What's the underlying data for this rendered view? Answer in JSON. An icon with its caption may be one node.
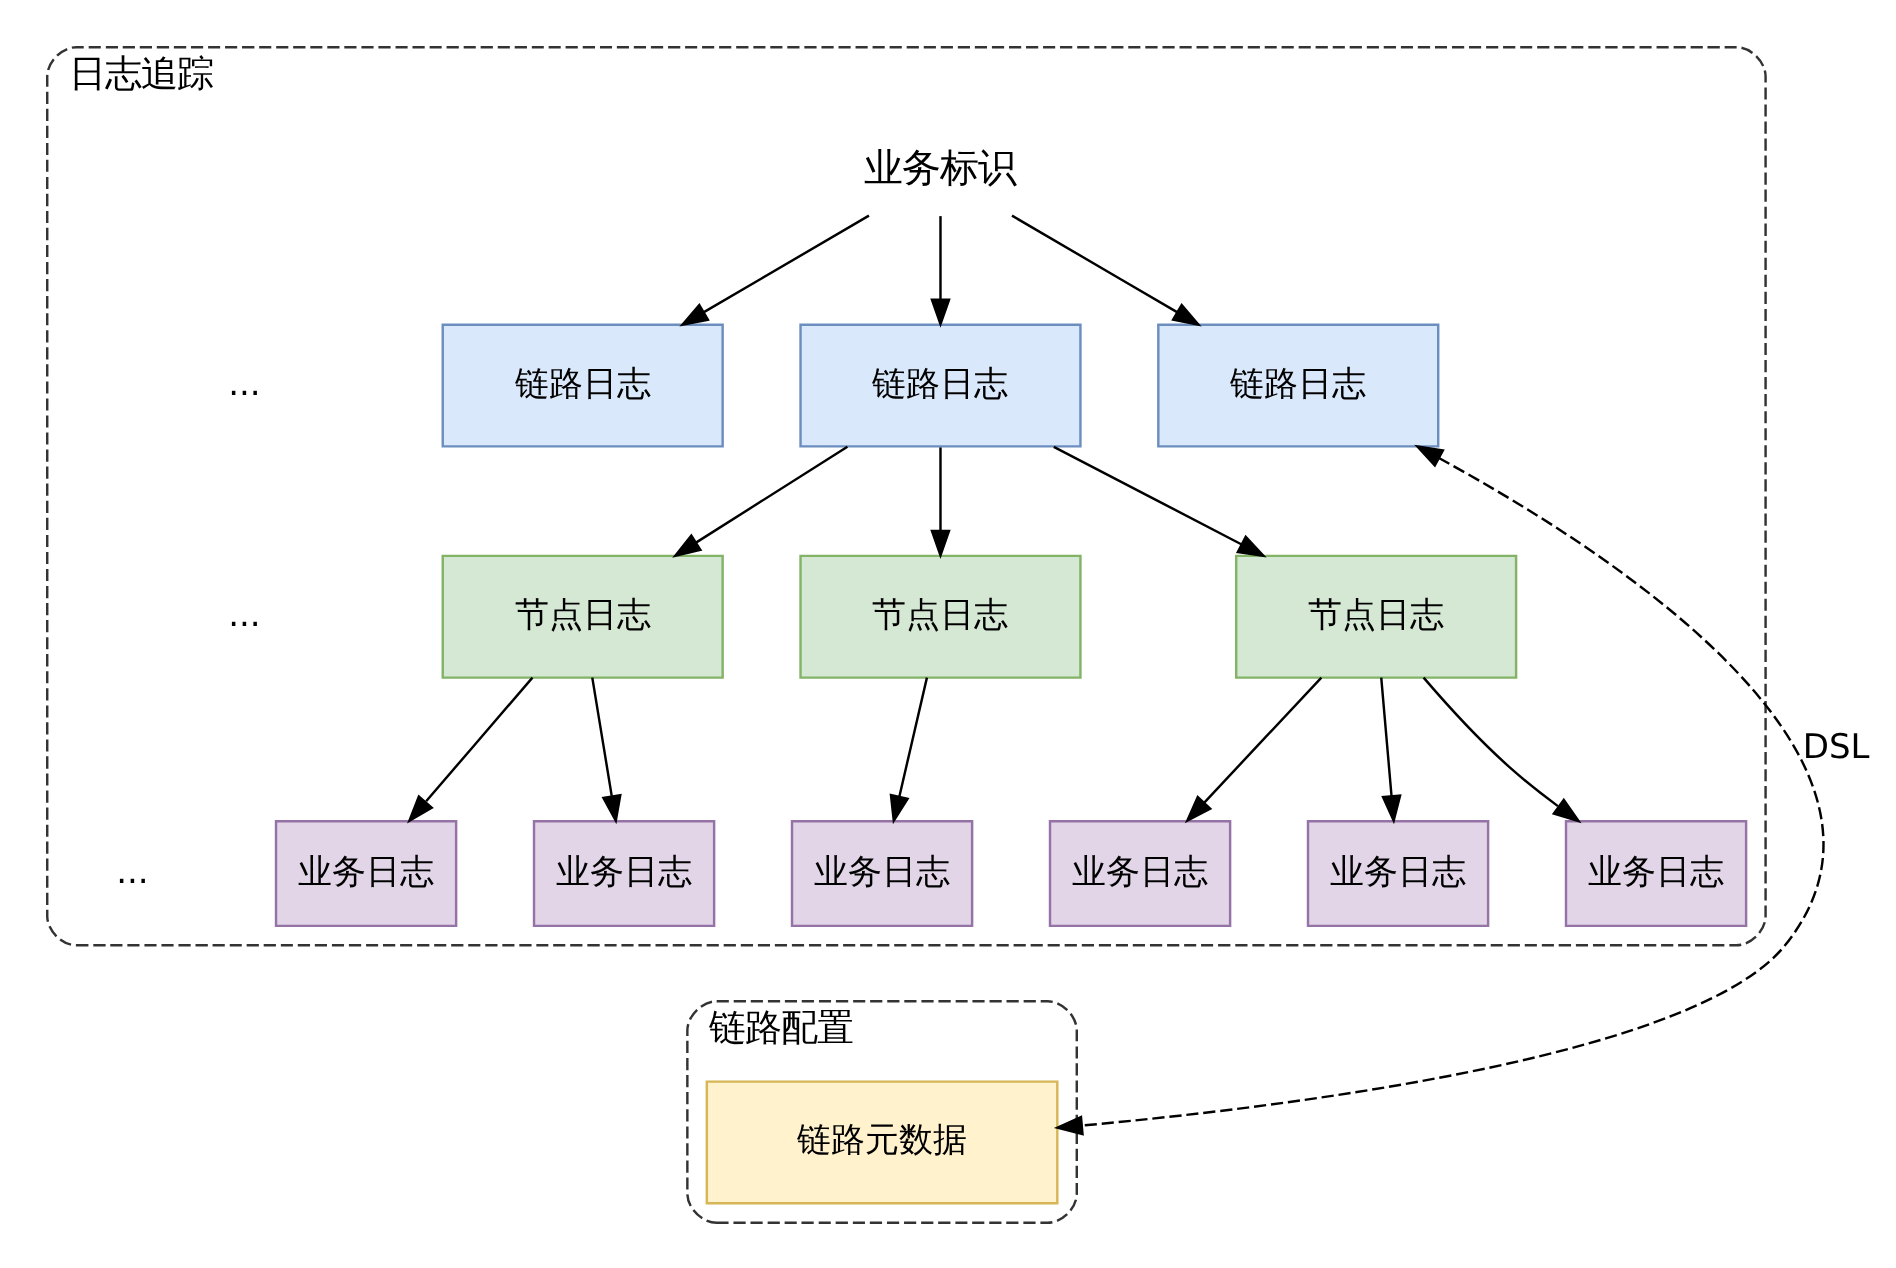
{
  "diagram": {
    "nodes": [
      {
        "text": [
          "日志追踪"
        ]
      },
      {
        "text": [
          "业务标识"
        ],
        "in": 0
      },
      {
        "text": [
          "链路日志"
        ],
        "in": 0
      },
      {
        "text": [
          "链路日志"
        ],
        "in": 0
      },
      {
        "text": [
          "链路日志"
        ],
        "in": 0
      },
      {
        "text": [
          "节点日志"
        ],
        "in": 0
      },
      {
        "text": [
          "节点日志"
        ],
        "in": 0
      },
      {
        "text": [
          "节点日志"
        ],
        "in": 0
      },
      {
        "text": [
          "业务日志"
        ],
        "in": 0
      },
      {
        "text": [
          "业务日志"
        ],
        "in": 0
      },
      {
        "text": [
          "业务日志"
        ],
        "in": 0
      },
      {
        "text": [
          "业务日志"
        ],
        "in": 0
      },
      {
        "text": [
          "业务日志"
        ],
        "in": 0
      },
      {
        "text": [
          "业务日志"
        ],
        "in": 0
      },
      {
        "text": [
          "链路配置"
        ]
      },
      {
        "text": [
          "链路元数据"
        ],
        "in": 14
      }
    ],
    "edges": [
      {
        "from": 1,
        "to": 2,
        "arrow": "to"
      },
      {
        "from": 1,
        "to": 3,
        "arrow": "to"
      },
      {
        "from": 1,
        "to": 4,
        "arrow": "to"
      },
      {
        "from": 3,
        "to": 5,
        "arrow": "to"
      },
      {
        "from": 3,
        "to": 6,
        "arrow": "to"
      },
      {
        "from": 3,
        "to": 7,
        "arrow": "to"
      },
      {
        "from": 5,
        "to": 8,
        "arrow": "to"
      },
      {
        "from": 5,
        "to": 9,
        "arrow": "to"
      },
      {
        "from": 6,
        "to": 10,
        "arrow": "to"
      },
      {
        "from": 7,
        "to": 11,
        "arrow": "to"
      },
      {
        "from": 7,
        "to": 12,
        "arrow": "to"
      },
      {
        "from": 7,
        "to": 13,
        "arrow": "to"
      },
      {
        "from": 4,
        "to": 15,
        "arrow": "both",
        "label": "DSL",
        "style": "dashed"
      }
    ],
    "labels": [
      "...",
      "...",
      "..."
    ]
  }
}
